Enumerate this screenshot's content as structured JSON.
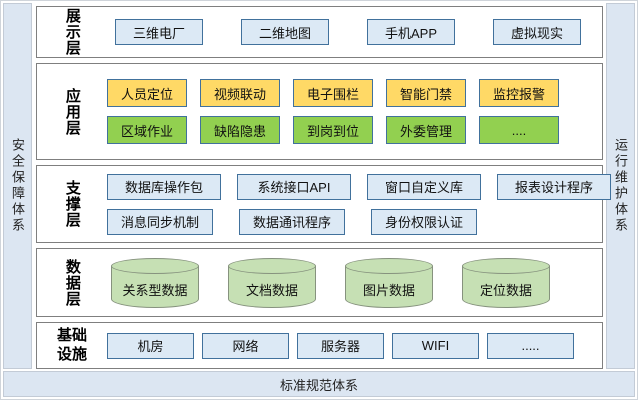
{
  "pillars": {
    "left": "安全保障体系",
    "right": "运行维护体系",
    "bottom": "标准规范体系"
  },
  "layers": [
    {
      "label": "展示层",
      "rows": [
        {
          "items": [
            "三维电厂",
            "二维地图",
            "手机APP",
            "虚拟现实"
          ]
        }
      ]
    },
    {
      "label": "应用层",
      "rows": [
        {
          "items": [
            "人员定位",
            "视频联动",
            "电子围栏",
            "智能门禁",
            "监控报警"
          ]
        },
        {
          "items": [
            "区域作业",
            "缺陷隐患",
            "到岗到位",
            "外委管理",
            "...."
          ]
        }
      ]
    },
    {
      "label": "支撑层",
      "rows": [
        {
          "items": [
            "数据库操作包",
            "系统接口API",
            "窗口自定义库",
            "报表设计程序"
          ]
        },
        {
          "items": [
            "消息同步机制",
            "数据通讯程序",
            "身份权限认证"
          ]
        }
      ]
    },
    {
      "label": "数据层",
      "rows": [
        {
          "items": [
            "关系型数据",
            "文档数据",
            "图片数据",
            "定位数据"
          ]
        }
      ]
    },
    {
      "label": "基础设施",
      "rows": [
        {
          "items": [
            "机房",
            "网络",
            "服务器",
            "WIFI",
            "....."
          ]
        }
      ]
    }
  ],
  "colors": {
    "pillar_bg": "#dce6f2",
    "layer_border": "#7f7f7f",
    "box_border": "#41719c",
    "box_blue": "#dce9f5",
    "box_yellow": "#ffd966",
    "box_green": "#92d050",
    "cylinder_fill": "#c6e0b4"
  }
}
